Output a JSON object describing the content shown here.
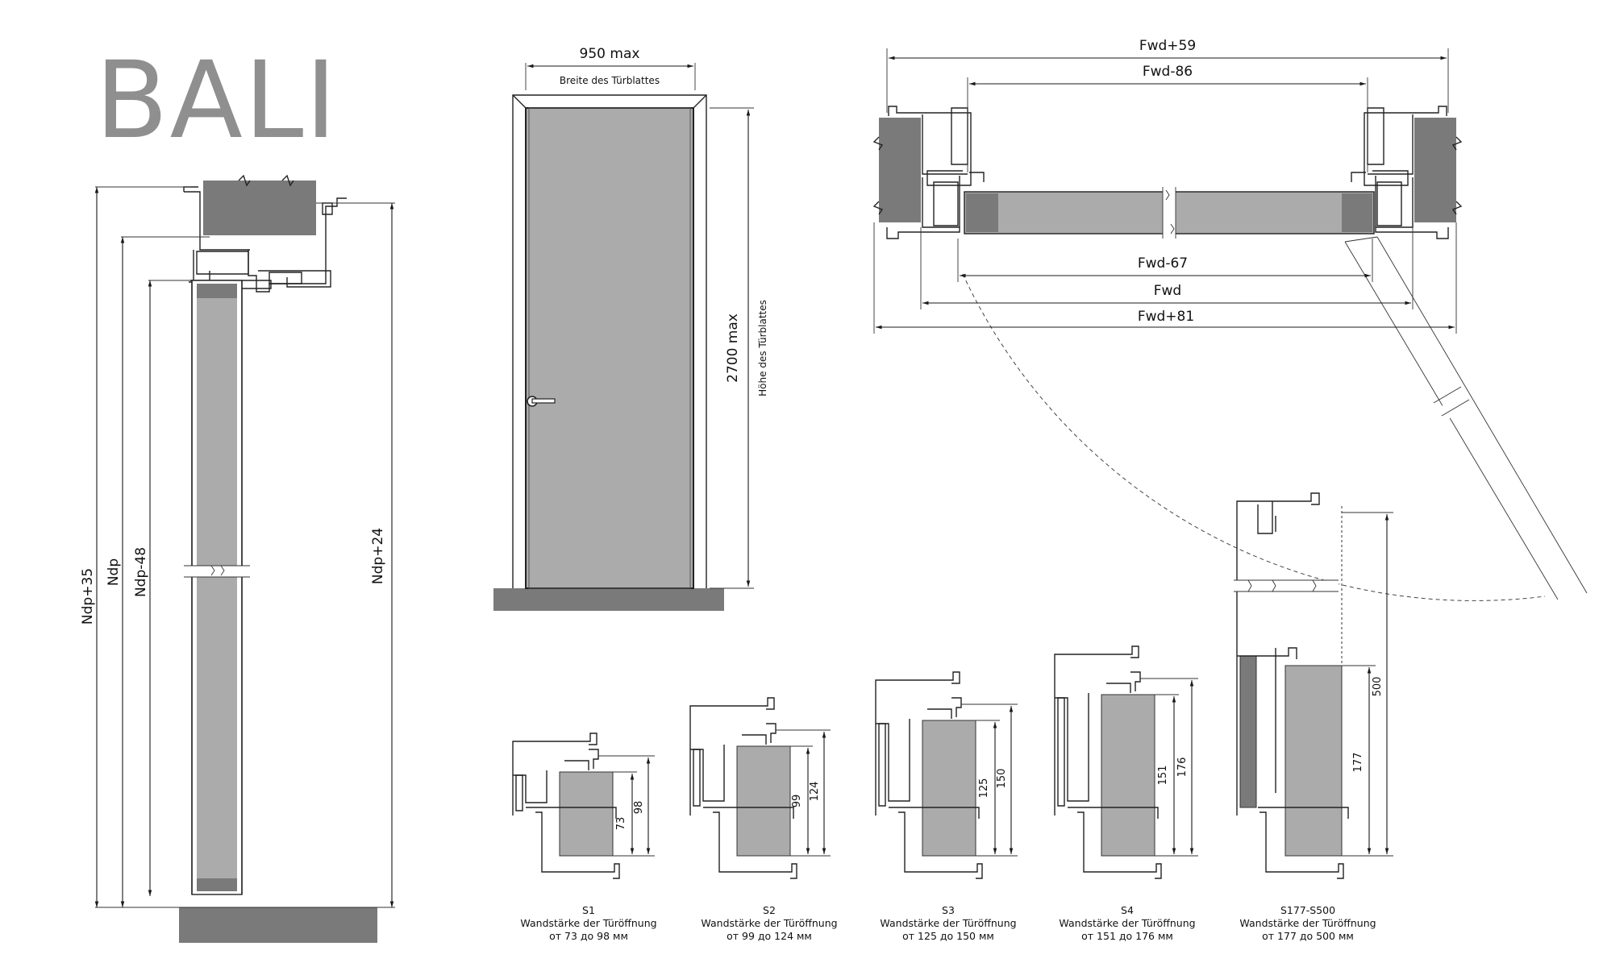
{
  "title": "BALI",
  "colors": {
    "title": "#8f8f8f",
    "wall": "#7a7a7a",
    "leaf": "#ababab",
    "line": "#1a1a1a"
  },
  "door_view": {
    "width_label": "950 max",
    "width_caption": "Breite des Türblattes",
    "height_label": "2700 max",
    "height_caption": "Höhe des Türblattes"
  },
  "vertical_section": {
    "dims": [
      "Ndp+35",
      "Ndp",
      "Ndp-48",
      "Ndp+24"
    ]
  },
  "plan_view": {
    "dims": [
      "Fwd+59",
      "Fwd-86",
      "Fwd-67",
      "Fwd",
      "Fwd+81"
    ]
  },
  "frames": [
    {
      "code": "S1",
      "caption": "Wandstärke der Türöffnung",
      "range": "от 73 до 98 мм",
      "d1": "73",
      "d2": "98"
    },
    {
      "code": "S2",
      "caption": "Wandstärke der Türöffnung",
      "range": "от 99 до 124 мм",
      "d1": "99",
      "d2": "124"
    },
    {
      "code": "S3",
      "caption": "Wandstärke der Türöffnung",
      "range": "от 125 до 150 мм",
      "d1": "125",
      "d2": "150"
    },
    {
      "code": "S4",
      "caption": "Wandstärke der Türöffnung",
      "range": "от 151 до 176 мм",
      "d1": "151",
      "d2": "176"
    },
    {
      "code": "S177-S500",
      "caption": "Wandstärke der Türöffnung",
      "range": "от 177 до 500 мм",
      "d1": "177",
      "d2": "500"
    }
  ]
}
